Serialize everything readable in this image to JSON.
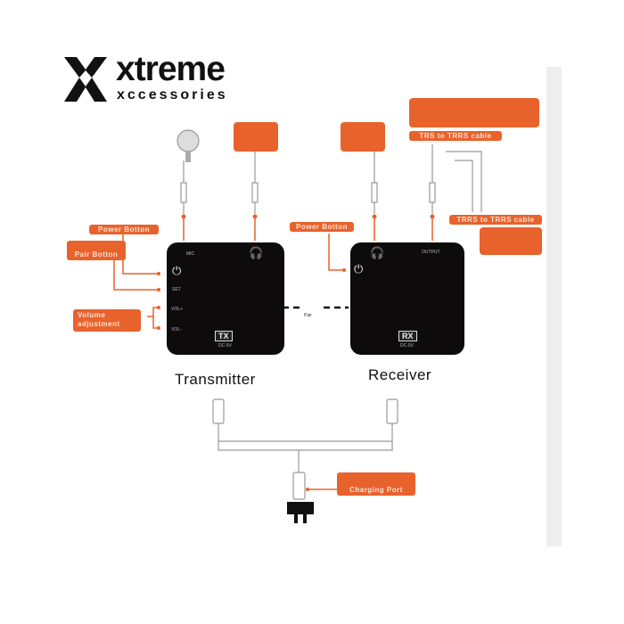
{
  "logo": {
    "brand_line1": "xtreme",
    "brand_line2": "xccessories"
  },
  "labels": {
    "power_button_tx": "Power Botton",
    "pair_button": "Pair Botton",
    "volume": "Volume adjustment",
    "power_button_rx": "Power Botton",
    "trs_cable": "TRS to TRRS cable",
    "trrs_cable": "TRRS to TRRS cable",
    "charging_port": "Charging Port",
    "pair": "Pair"
  },
  "transmitter": {
    "name": "Transmitter",
    "id": "TX",
    "dc": "DC-5V",
    "mic": "MIC",
    "set": "SET",
    "vol_plus": "VOL+",
    "vol_minus": "VOL-"
  },
  "receiver": {
    "name": "Receiver",
    "id": "RX",
    "dc": "DC-5V",
    "output": "OUTPUT"
  },
  "colors": {
    "accent": "#e8622c",
    "device": "#0d0b0b"
  }
}
